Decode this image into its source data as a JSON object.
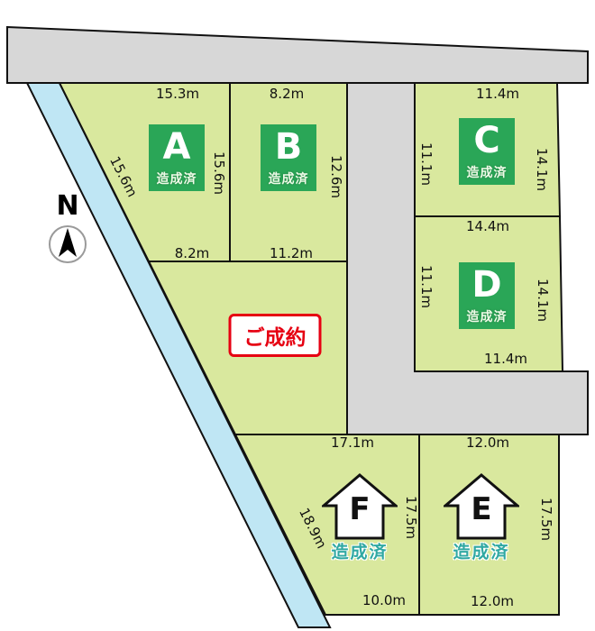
{
  "north": {
    "label": "N"
  },
  "sold": {
    "label": "ご成約"
  },
  "plots": {
    "A": {
      "letter": "A",
      "status": "造成済",
      "dim_top": "15.3m",
      "dim_left": "15.6m",
      "dim_right": "15.6m",
      "dim_bottom": "8.2m"
    },
    "B": {
      "letter": "B",
      "status": "造成済",
      "dim_top": "8.2m",
      "dim_right": "12.6m",
      "dim_bottom": "11.2m"
    },
    "C": {
      "letter": "C",
      "status": "造成済",
      "dim_top": "11.4m",
      "dim_left": "11.1m",
      "dim_right": "14.1m",
      "dim_bottom": "14.4m"
    },
    "D": {
      "letter": "D",
      "status": "造成済",
      "dim_left": "11.1m",
      "dim_right": "14.1m",
      "dim_bottom": "11.4m"
    },
    "E": {
      "letter": "E",
      "status": "造成済",
      "dim_top": "12.0m",
      "dim_right": "17.5m",
      "dim_bottom": "12.0m"
    },
    "F": {
      "letter": "F",
      "status": "造成済",
      "dim_top": "17.1m",
      "dim_left": "18.9m",
      "dim_right": "17.5m",
      "dim_bottom": "10.0m"
    }
  },
  "colors": {
    "plot_fill": "#d9e89e",
    "badge_green": "#2aa657",
    "road_gray": "#d7d7d7",
    "water_blue": "#bfe6f4",
    "sold_red": "#e60012",
    "status_teal": "#2fa8a2",
    "outline": "#111111"
  }
}
